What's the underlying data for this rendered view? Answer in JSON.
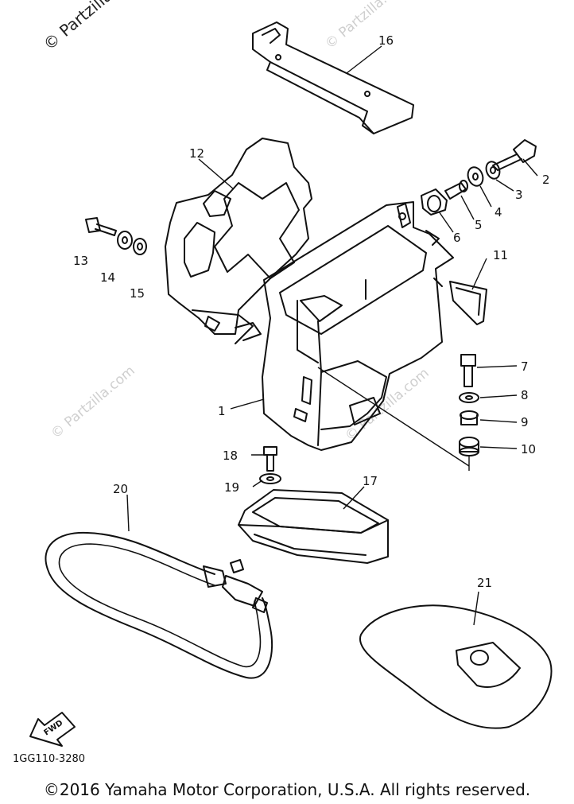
{
  "diagram": {
    "watermark_top": "© Partzilla",
    "watermark": "© Partzilla.com",
    "part_code": "1GG110-3280",
    "fwd_label": "FWD",
    "callouts": [
      "1",
      "2",
      "3",
      "4",
      "5",
      "6",
      "7",
      "8",
      "9",
      "10",
      "11",
      "12",
      "13",
      "14",
      "15",
      "16",
      "17",
      "18",
      "19",
      "20",
      "21"
    ]
  },
  "footer": {
    "copyright": "©2016 Yamaha Motor Corporation, U.S.A. All rights reserved."
  },
  "colors": {
    "ink": "#111111",
    "watermark": "#cfcfcf",
    "background": "#ffffff"
  }
}
